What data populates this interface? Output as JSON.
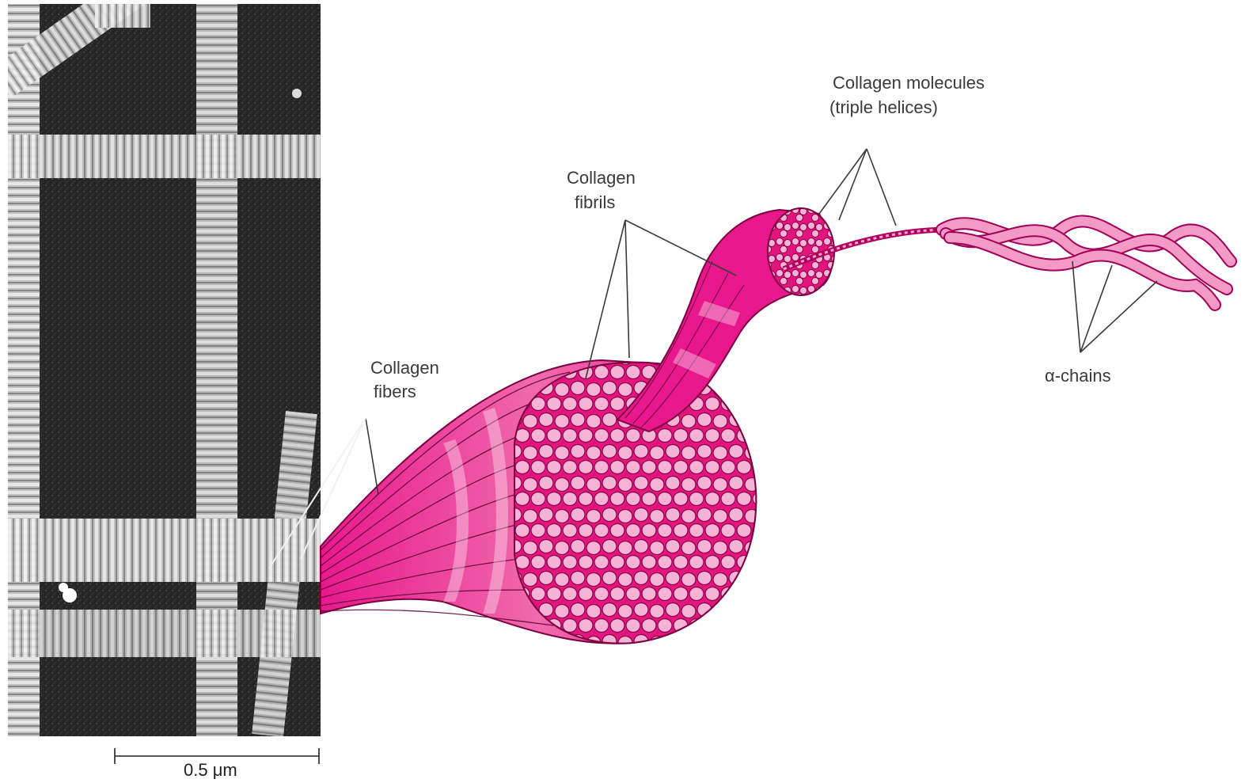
{
  "labels": {
    "collagen_fibers_line1": "Collagen",
    "collagen_fibers_line2": "fibers",
    "collagen_fibrils_line1": "Collagen",
    "collagen_fibrils_line2": "fibrils",
    "collagen_molecules_line1": "Collagen molecules",
    "collagen_molecules_line2": "(triple helices)",
    "alpha_chains": "α-chains"
  },
  "scale_bar": {
    "label": "0.5 μm"
  },
  "colors": {
    "magenta": "#e8188c",
    "magenta_dark": "#b4005e",
    "pink_light": "#f4a6cf",
    "pink_mid": "#ee7ab6",
    "micrograph_dark": "#2a2a2a",
    "micrograph_fiber": "#d8d8d8"
  },
  "icons": {
    "micrograph": "electron-micrograph-image",
    "fiber_bundle": "fiber-bundle-illustration",
    "fibril": "fibril-illustration",
    "triple_helix": "triple-helix-illustration"
  }
}
